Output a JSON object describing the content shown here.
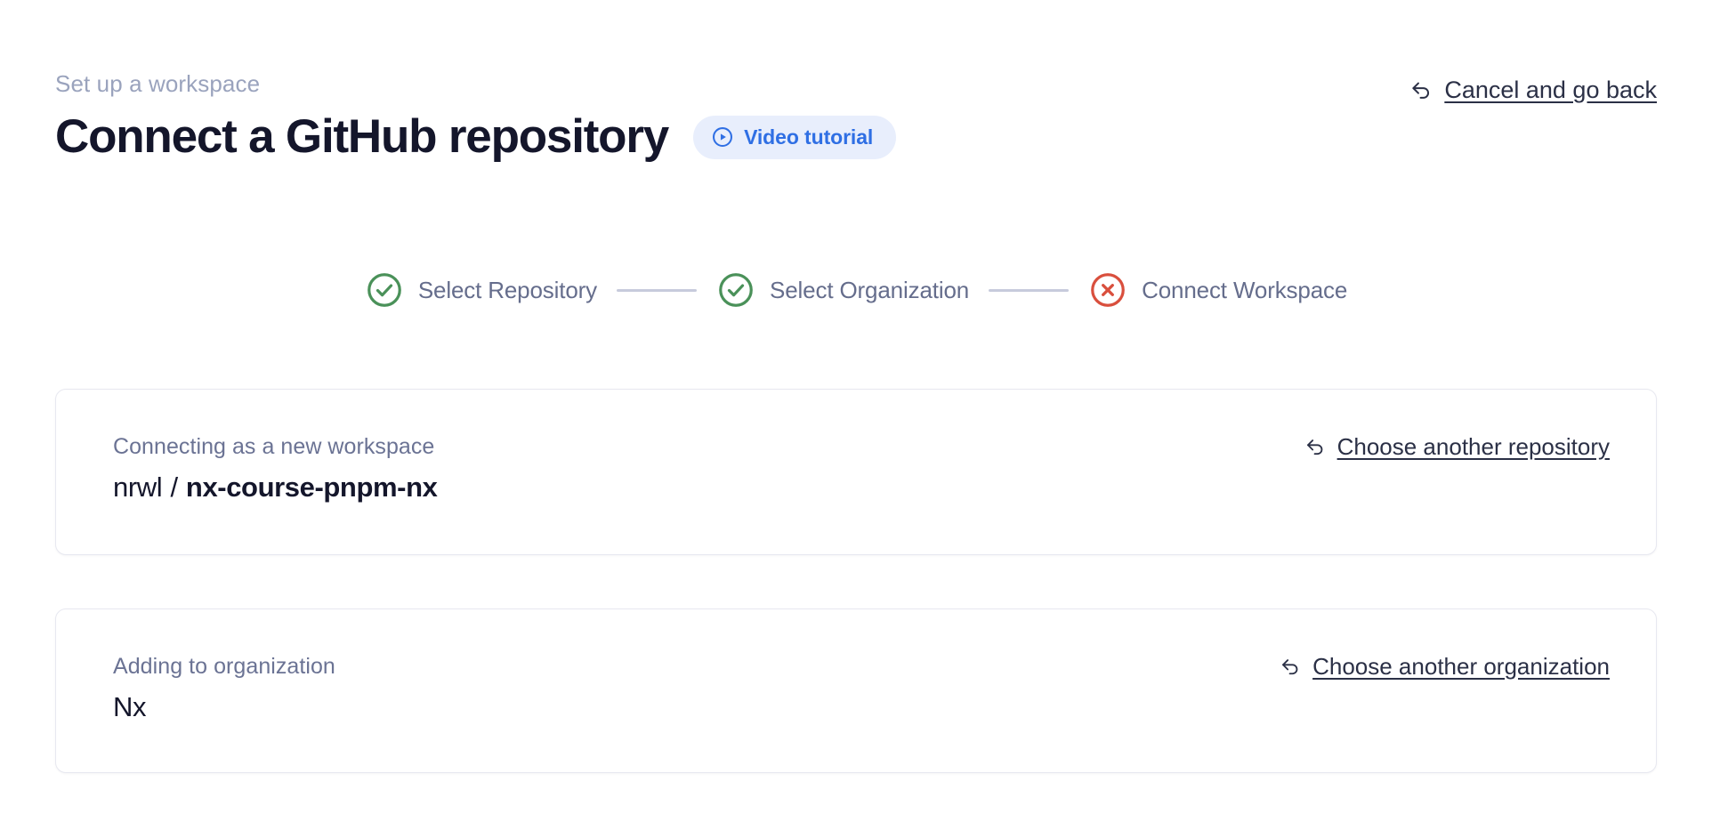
{
  "header": {
    "eyebrow": "Set up a workspace",
    "title": "Connect a GitHub repository",
    "video_badge": {
      "label": "Video tutorial",
      "icon": "play-circle-icon",
      "bg_color": "#e8eefc",
      "text_color": "#2f6fe4"
    },
    "cancel": {
      "label": "Cancel and go back",
      "icon": "back-arrow-icon"
    }
  },
  "stepper": {
    "steps": [
      {
        "label": "Select Repository",
        "state": "complete",
        "icon": "check-circle-icon",
        "color": "#4a9159"
      },
      {
        "label": "Select Organization",
        "state": "complete",
        "icon": "check-circle-icon",
        "color": "#4a9159"
      },
      {
        "label": "Connect Workspace",
        "state": "error",
        "icon": "x-circle-icon",
        "color": "#d94f3d"
      }
    ],
    "connector_color": "#c7cbdc",
    "label_color": "#656d8c"
  },
  "cards": [
    {
      "name": "repository",
      "label": "Connecting as a new workspace",
      "owner": "nrwl",
      "separator": "/",
      "repo": "nx-course-pnpm-nx",
      "action": {
        "label": "Choose another repository",
        "icon": "back-arrow-icon"
      }
    },
    {
      "name": "organization",
      "label": "Adding to organization",
      "value": "Nx",
      "action": {
        "label": "Choose another organization",
        "icon": "back-arrow-icon"
      }
    }
  ],
  "colors": {
    "background": "#ffffff",
    "title": "#14162b",
    "eyebrow": "#9aa3bd",
    "card_border": "#e7e8f0",
    "link": "#2b3046"
  }
}
